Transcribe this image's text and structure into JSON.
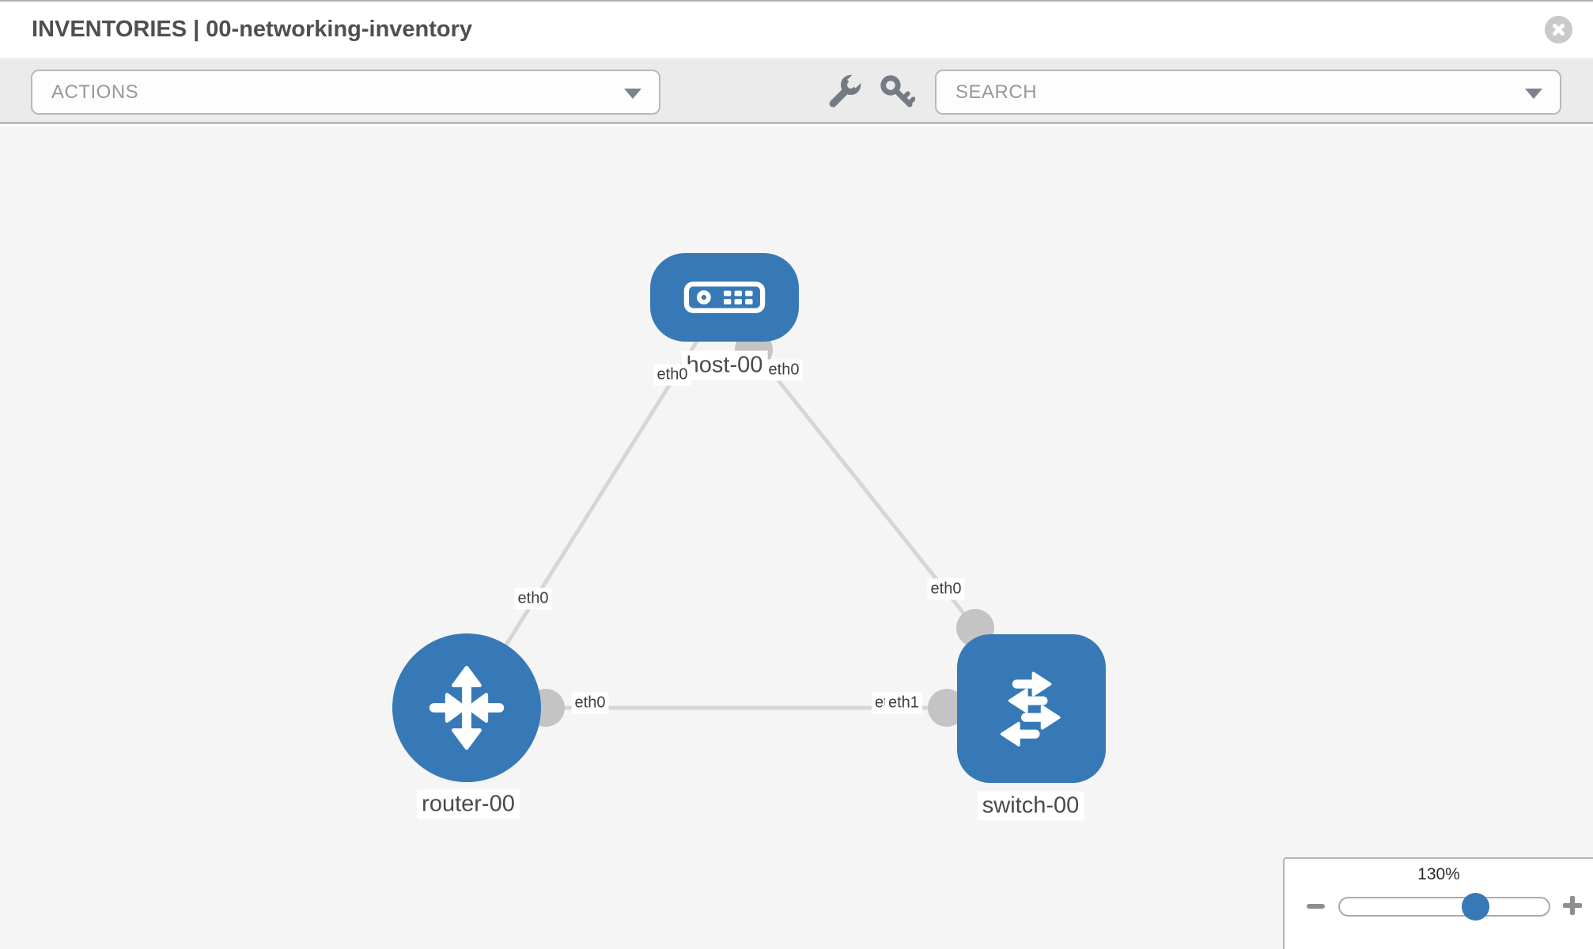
{
  "header": {
    "title": "INVENTORIES | 00-networking-inventory"
  },
  "toolbar": {
    "actions_placeholder": "ACTIONS",
    "search_placeholder": "SEARCH",
    "icons": [
      "wrench-icon",
      "key-icon"
    ]
  },
  "topology": {
    "nodes": [
      {
        "label": "host-00",
        "type": "host"
      },
      {
        "label": "router-00",
        "type": "router"
      },
      {
        "label": "switch-00",
        "type": "switch"
      }
    ],
    "links": [
      {
        "from": "host-00",
        "to": "router-00",
        "from_if": "eth0",
        "to_if": "eth0"
      },
      {
        "from": "host-00",
        "to": "switch-00",
        "from_if": "eth0",
        "to_if": "eth0"
      },
      {
        "from": "router-00",
        "to": "switch-00",
        "from_if": "eth0",
        "to_if": "eth1"
      }
    ],
    "interface_labels": {
      "host_left": "eth0",
      "host_right": "eth0",
      "link_host_router": "eth0",
      "link_host_switch": "eth0",
      "mid_router_side": "eth0",
      "mid_switch_back": "eth0",
      "mid_switch_front": "eth1"
    }
  },
  "zoom_control": {
    "value": "130%"
  },
  "colors": {
    "node_blue": "#3779b7",
    "link_gray": "#d6d6d6",
    "interface_gray": "#c4c4c4",
    "toolbar_bg": "#ebebeb",
    "canvas_bg": "#f5f5f5"
  }
}
